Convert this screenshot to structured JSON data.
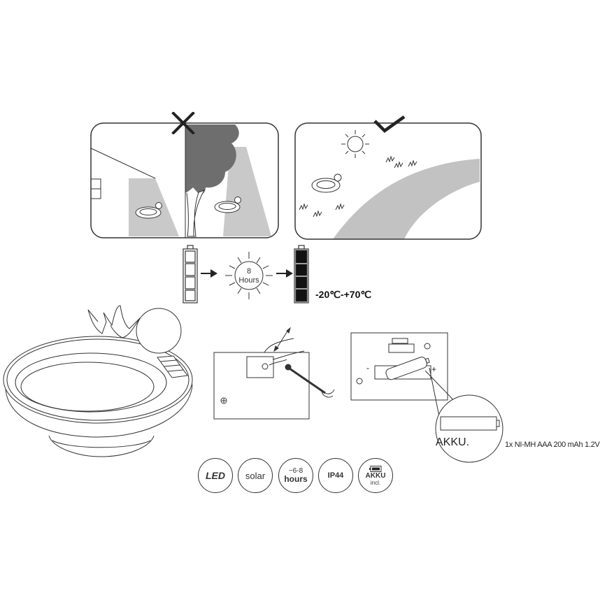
{
  "panels": {
    "bad_placement": {
      "marker": "X",
      "marker_icon": "cross-icon",
      "description": "Shaded placement under tree / house"
    },
    "good_placement": {
      "marker": "check",
      "marker_icon": "checkmark-icon",
      "description": "Sunny open placement"
    }
  },
  "charging": {
    "sun_number": "8",
    "sun_unit": "Hours",
    "temperature_range": "-20℃-+70℃"
  },
  "battery": {
    "label": "AKKU.",
    "spec": "1x NI-MH AAA 200 mAh 1.2V",
    "minus": "-",
    "plus": "+"
  },
  "badges": [
    {
      "icon": "led-icon",
      "line1": "",
      "line2": "LED"
    },
    {
      "icon": "solar-icon",
      "line1": "",
      "line2": "solar"
    },
    {
      "icon": "hours-icon",
      "line1": "~6-8",
      "line2": "hours"
    },
    {
      "icon": "ip44-icon",
      "line1": "",
      "line2": "IP44"
    },
    {
      "icon": "akku-icon",
      "line1": "AKKU",
      "line2": "incl."
    }
  ],
  "colors": {
    "line": "#333333",
    "shade_dark": "#6e6e6e",
    "shade_light": "#c8c8c8",
    "battery_full": "#111111"
  }
}
